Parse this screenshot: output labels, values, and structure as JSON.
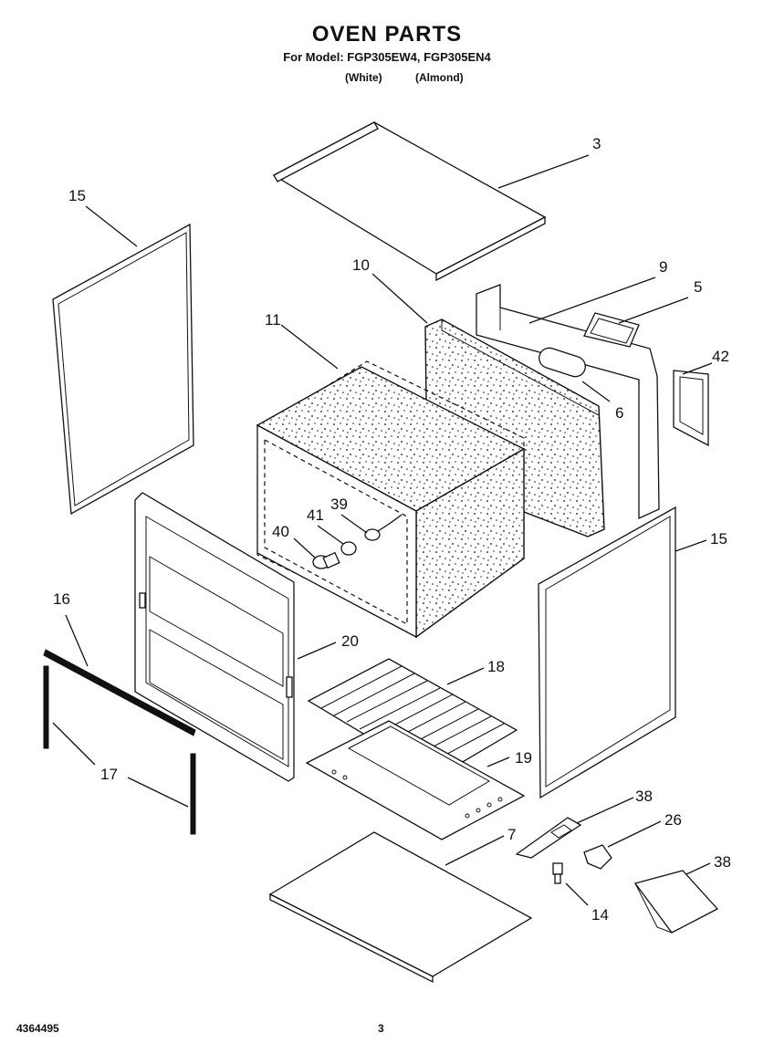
{
  "header": {
    "title": "OVEN PARTS",
    "model_line": "For Model: FGP305EW4, FGP305EN4",
    "variant_white": "(White)",
    "variant_almond": "(Almond)"
  },
  "footer": {
    "doc_number": "4364495",
    "page_number": "3"
  },
  "callouts": {
    "c3": "3",
    "c15_left": "15",
    "c10": "10",
    "c9": "9",
    "c5": "5",
    "c42": "42",
    "c11": "11",
    "c6": "6",
    "c39": "39",
    "c41": "41",
    "c40": "40",
    "c15_right": "15",
    "c16": "16",
    "c20": "20",
    "c18": "18",
    "c19": "19",
    "c17": "17",
    "c38_upper": "38",
    "c26": "26",
    "c7": "7",
    "c38_lower": "38",
    "c14": "14"
  }
}
